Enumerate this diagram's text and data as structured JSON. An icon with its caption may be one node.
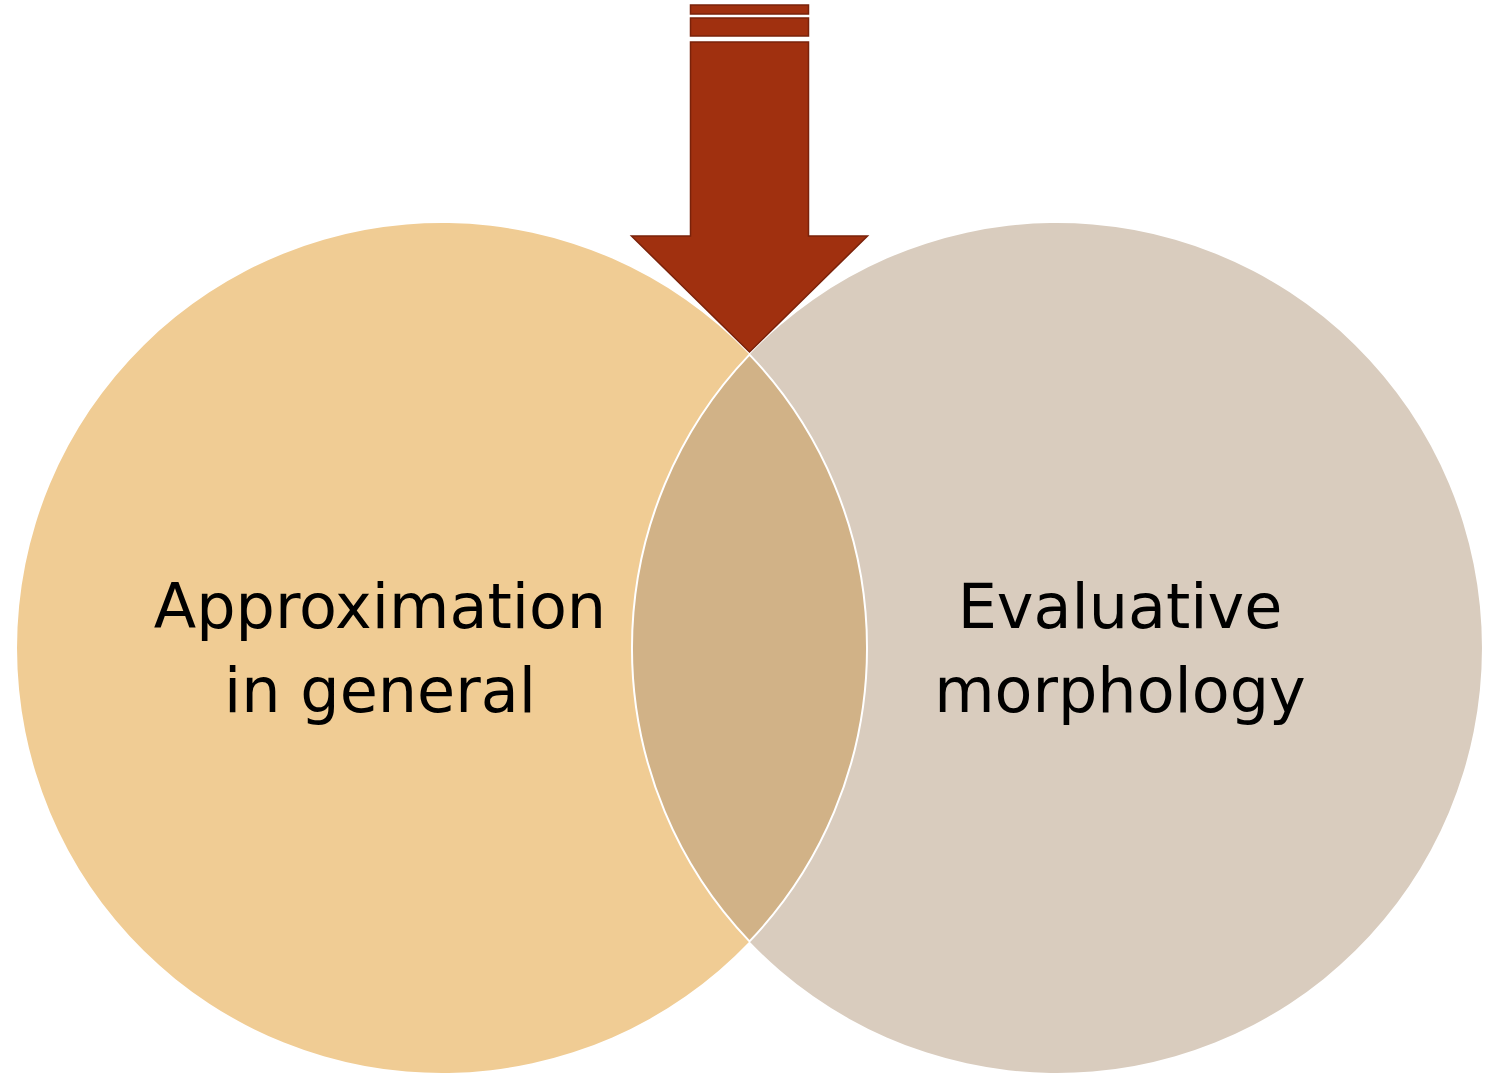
{
  "diagram": {
    "nodes": [
      {
        "text": [
          "Approximation in general"
        ]
      },
      {
        "text": [
          "Evaluative morphology"
        ]
      },
      {
        "text": [],
        "shape": "lens"
      }
    ],
    "edges": [
      {
        "from": null,
        "to": 2,
        "arrow": "to"
      }
    ]
  }
}
